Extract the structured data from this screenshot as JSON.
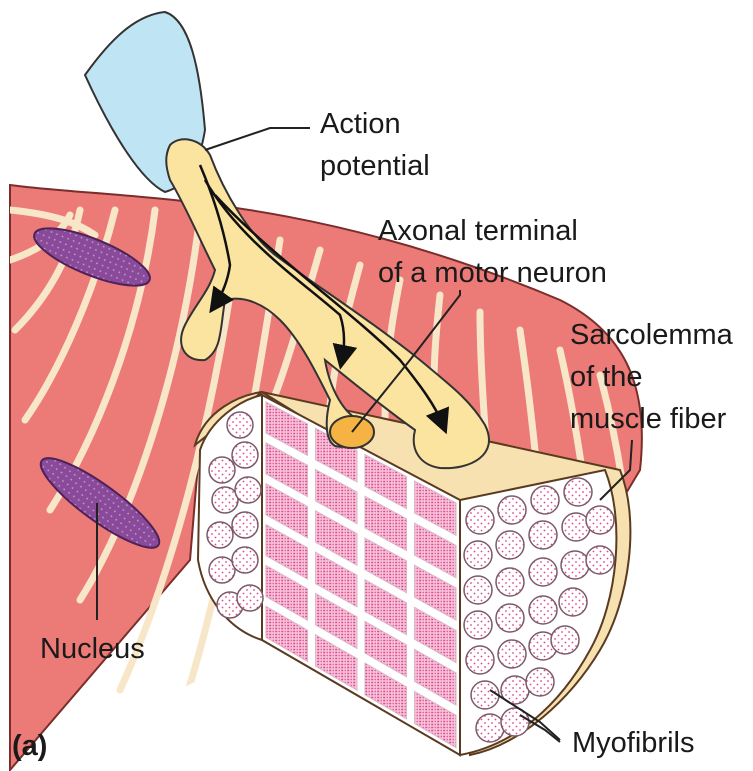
{
  "panel_label": "(a)",
  "labels": {
    "action_potential": [
      "Action",
      "potential"
    ],
    "axonal_terminal": [
      "Axonal terminal",
      "of a motor neuron"
    ],
    "sarcolemma": [
      "Sarcolemma",
      "of the",
      "muscle fiber"
    ],
    "nucleus": "Nucleus",
    "myofibrils": "Myofibrils"
  },
  "colors": {
    "muscle_red": "#ec7b78",
    "muscle_dark": "#c85a58",
    "striation": "#f8e6c8",
    "neuron_yellow": "#fbe3a0",
    "terminal_orange": "#f5b343",
    "nucleus_purple": "#8a4a9a",
    "axon_blue": "#bfe4f3",
    "myofibril_pink": "#e0488a"
  }
}
